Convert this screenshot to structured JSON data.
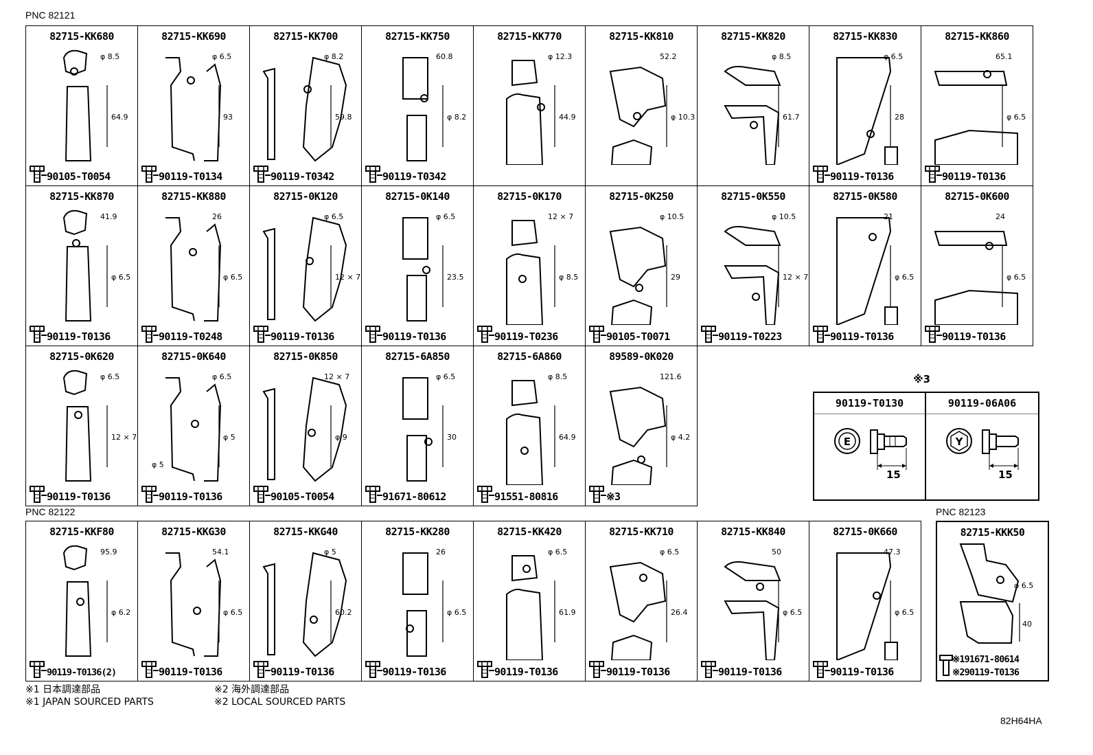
{
  "pnc_labels": {
    "top": "PNC 82121",
    "middle": "PNC 82122",
    "right": "PNC 82123"
  },
  "rows": [
    [
      {
        "part": "82715-KK680",
        "bolt": "90105-T0054",
        "dims": [
          "φ 8.5",
          "64.9"
        ]
      },
      {
        "part": "82715-KK690",
        "bolt": "90119-T0134",
        "dims": [
          "φ 6.5",
          "93"
        ]
      },
      {
        "part": "82715-KK700",
        "bolt": "90119-T0342",
        "dims": [
          "φ 8.2",
          "59.8"
        ]
      },
      {
        "part": "82715-KK750",
        "bolt": "90119-T0342",
        "dims": [
          "60.8",
          "φ 8.2"
        ]
      },
      {
        "part": "82715-KK770",
        "bolt": "",
        "dims": [
          "φ 12.3",
          "44.9"
        ]
      },
      {
        "part": "82715-KK810",
        "bolt": "",
        "dims": [
          "52.2",
          "φ 10.3"
        ]
      },
      {
        "part": "82715-KK820",
        "bolt": "",
        "dims": [
          "φ 8.5",
          "61.7"
        ]
      },
      {
        "part": "82715-KK830",
        "bolt": "90119-T0136",
        "dims": [
          "φ 6.5",
          "28"
        ]
      },
      {
        "part": "82715-KK860",
        "bolt": "90119-T0136",
        "dims": [
          "65.1",
          "φ 6.5"
        ]
      }
    ],
    [
      {
        "part": "82715-KK870",
        "bolt": "90119-T0136",
        "dims": [
          "41.9",
          "φ 6.5"
        ]
      },
      {
        "part": "82715-KK880",
        "bolt": "90119-T0248",
        "dims": [
          "26",
          "φ 6.5"
        ]
      },
      {
        "part": "82715-0K120",
        "bolt": "90119-T0136",
        "dims": [
          "φ 6.5",
          "12 × 7"
        ]
      },
      {
        "part": "82715-0K140",
        "bolt": "90119-T0136",
        "dims": [
          "φ 6.5",
          "23.5"
        ]
      },
      {
        "part": "82715-0K170",
        "bolt": "90119-T0236",
        "dims": [
          "12 × 7",
          "φ 8.5"
        ]
      },
      {
        "part": "82715-0K250",
        "bolt": "90105-T0071",
        "dims": [
          "φ 10.5",
          "29"
        ]
      },
      {
        "part": "82715-0K550",
        "bolt": "90119-T0223",
        "dims": [
          "φ 10.5",
          "12 × 7"
        ]
      },
      {
        "part": "82715-0K580",
        "bolt": "90119-T0136",
        "dims": [
          "21",
          "φ 6.5"
        ]
      },
      {
        "part": "82715-0K600",
        "bolt": "90119-T0136",
        "dims": [
          "24",
          "φ 6.5"
        ]
      }
    ],
    [
      {
        "part": "82715-0K620",
        "bolt": "90119-T0136",
        "dims": [
          "φ 6.5",
          "12 × 7"
        ]
      },
      {
        "part": "82715-0K640",
        "bolt": "90119-T0136",
        "dims": [
          "φ 6.5",
          "φ 5",
          "φ 5"
        ]
      },
      {
        "part": "82715-0K850",
        "bolt": "90105-T0054",
        "dims": [
          "12 × 7",
          "φ 9"
        ]
      },
      {
        "part": "82715-6A850",
        "bolt": "91671-80612",
        "dims": [
          "φ 6.5",
          "30"
        ]
      },
      {
        "part": "82715-6A860",
        "bolt": "91551-80816",
        "dims": [
          "φ 8.5",
          "64.9"
        ]
      },
      {
        "part": "89589-0K020",
        "bolt": "※3",
        "dims": [
          "121.6",
          "φ 4.2"
        ]
      }
    ],
    [
      {
        "part": "82715-KKF80",
        "bolt": "90119-T0136(2)",
        "dims": [
          "95.9",
          "φ 6.2"
        ]
      },
      {
        "part": "82715-KKG30",
        "bolt": "90119-T0136",
        "dims": [
          "54.1",
          "φ 6.5"
        ]
      },
      {
        "part": "82715-KKG40",
        "bolt": "90119-T0136",
        "dims": [
          "φ 5",
          "60.2"
        ]
      },
      {
        "part": "82715-KK280",
        "bolt": "90119-T0136",
        "dims": [
          "26",
          "φ 6.5"
        ]
      },
      {
        "part": "82715-KK420",
        "bolt": "90119-T0136",
        "dims": [
          "φ 6.5",
          "61.9"
        ]
      },
      {
        "part": "82715-KK710",
        "bolt": "90119-T0136",
        "dims": [
          "φ 6.5",
          "26.4"
        ]
      },
      {
        "part": "82715-KK840",
        "bolt": "90119-T0136",
        "dims": [
          "50",
          "φ 6.5"
        ]
      },
      {
        "part": "82715-0K660",
        "bolt": "90119-T0136",
        "dims": [
          "47.3",
          "φ 6.5"
        ]
      }
    ]
  ],
  "pnc_82123": {
    "part": "82715-KKK50",
    "bolts": [
      "※191671-80614",
      "※290119-T0136"
    ],
    "dims": [
      "φ 6.5",
      "40"
    ]
  },
  "x3": {
    "title": "※3",
    "items": [
      {
        "part": "90119-T0130",
        "mark": "E",
        "dim": "15"
      },
      {
        "part": "90119-06A06",
        "mark": "Y",
        "dim": "15"
      }
    ]
  },
  "notes": {
    "jp1": "※1 日本調達部品",
    "jp2": "※2 海外調達部品",
    "en1": "※1 JAPAN SOURCED PARTS",
    "en2": "※2 LOCAL SOURCED PARTS"
  },
  "ref": "82H64HA"
}
